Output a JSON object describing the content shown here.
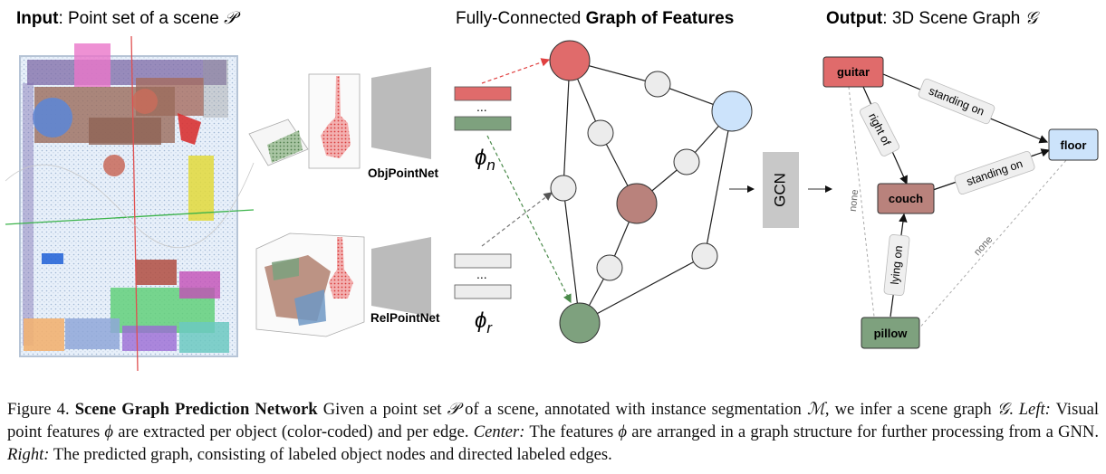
{
  "headers": {
    "input_bold": "Input",
    "input_rest": ": Point set of a scene ",
    "input_symbol": "𝒫",
    "center_rest": "Fully-Connected ",
    "center_bold": "Graph of Features",
    "output_bold": "Output",
    "output_rest": ": 3D Scene Graph ",
    "output_symbol": "𝒢"
  },
  "encoders": {
    "obj_label": "ObjPointNet",
    "rel_label": "RelPointNet",
    "phi_n": "ϕn",
    "phi_r": "ϕr",
    "dots": "..."
  },
  "gcn_label": "GCN",
  "output_graph": {
    "nodes": {
      "guitar": "guitar",
      "floor": "floor",
      "couch": "couch",
      "pillow": "pillow"
    },
    "edges": {
      "guitar_floor": "standing on",
      "guitar_couch": "right of",
      "couch_floor": "standing on",
      "pillow_couch": "lying on",
      "guitar_pillow": "none",
      "pillow_floor": "none"
    }
  },
  "colors": {
    "red": "#e06b6b",
    "blue": "#cce3fb",
    "brown": "#b9827c",
    "green": "#7ea17e",
    "gray_node": "#ececec",
    "gcn_box": "#c8c8c8"
  },
  "caption": {
    "fig_label": "Figure 4.",
    "title": "Scene Graph Prediction Network",
    "p1": " Given a point set ",
    "sym_P": "𝒫",
    "p2": " of a scene, annotated with instance segmentation ",
    "sym_M": "ℳ",
    "p3": ", we infer a scene graph ",
    "sym_G": "𝒢",
    "p4": ". ",
    "left_label": "Left:",
    "p5": " Visual point features ",
    "sym_phi1": "ϕ",
    "p6": " are extracted per object (color-coded) and per edge. ",
    "center_label": "Center:",
    "p7": " The features ",
    "sym_phi2": "ϕ",
    "p8": " are arranged in a graph structure for further processing from a GNN. ",
    "right_label": "Right:",
    "p9": " The predicted graph, consisting of labeled object nodes and directed labeled edges."
  }
}
